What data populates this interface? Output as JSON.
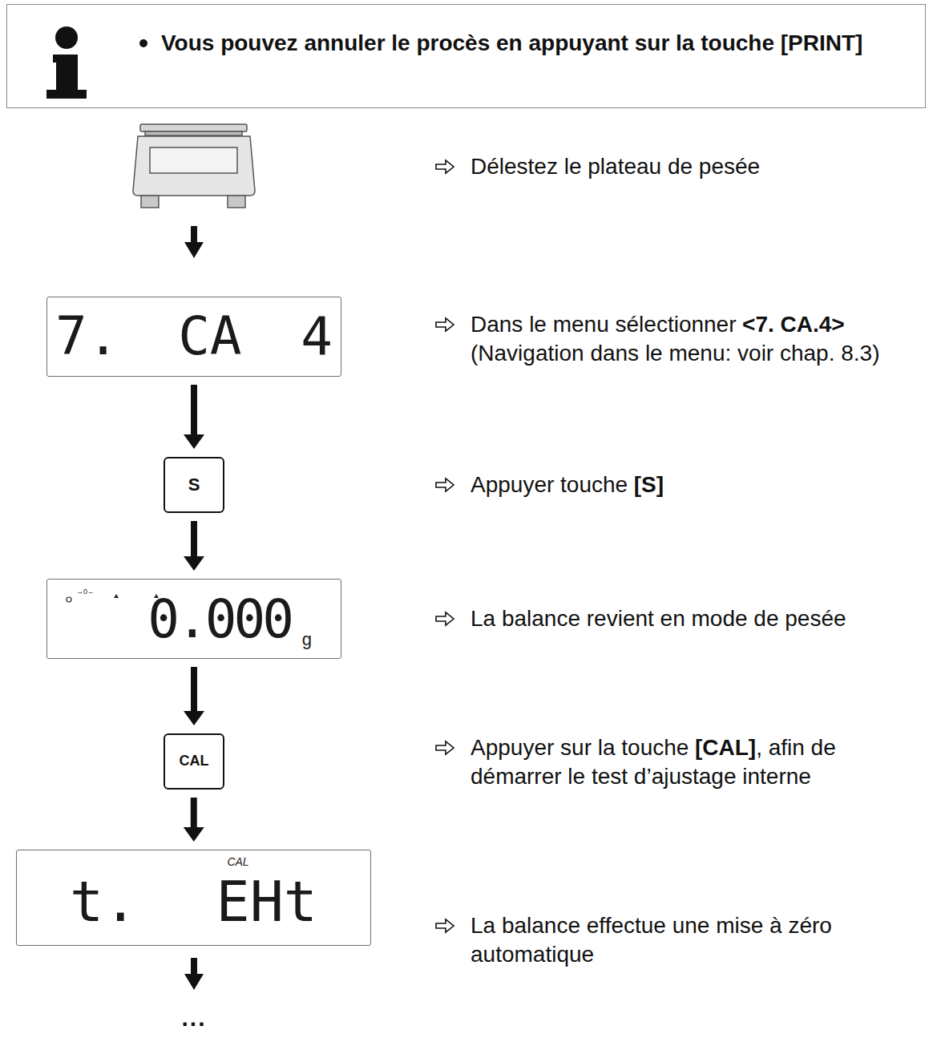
{
  "diagram": {
    "nodes": [
      {
        "text": [
          "Vous pouvez annuler le procès en appuyant sur la touche [PRINT]"
        ]
      },
      {
        "text": [
          "7. CA 4"
        ]
      },
      {
        "text": [
          "S"
        ]
      },
      {
        "text": [
          "→0←",
          "0.000",
          "g"
        ]
      },
      {
        "text": [
          "CAL"
        ]
      },
      {
        "text": [
          "CAL",
          "t. EHt"
        ]
      }
    ],
    "edges": [
      {
        "from": 1,
        "to": 2,
        "arrow": "to"
      },
      {
        "from": 2,
        "to": 3,
        "arrow": "to"
      },
      {
        "from": 3,
        "to": 4,
        "arrow": "to"
      },
      {
        "from": 4,
        "to": 5,
        "arrow": "to"
      }
    ],
    "labels": [
      "Délestez le plateau de pesée",
      "Dans le menu sélectionner",
      "<7. CA.4>",
      "(Navigation dans le menu: voir chap. 8.3)",
      "Appuyer touche",
      "[S]",
      "La balance revient en mode de pesée",
      "Appuyer sur la touche",
      "[CAL]",
      ", afin de démarrer le test d’ajustage interne",
      "La balance effectue une mise à zéro automatique",
      "..."
    ]
  }
}
